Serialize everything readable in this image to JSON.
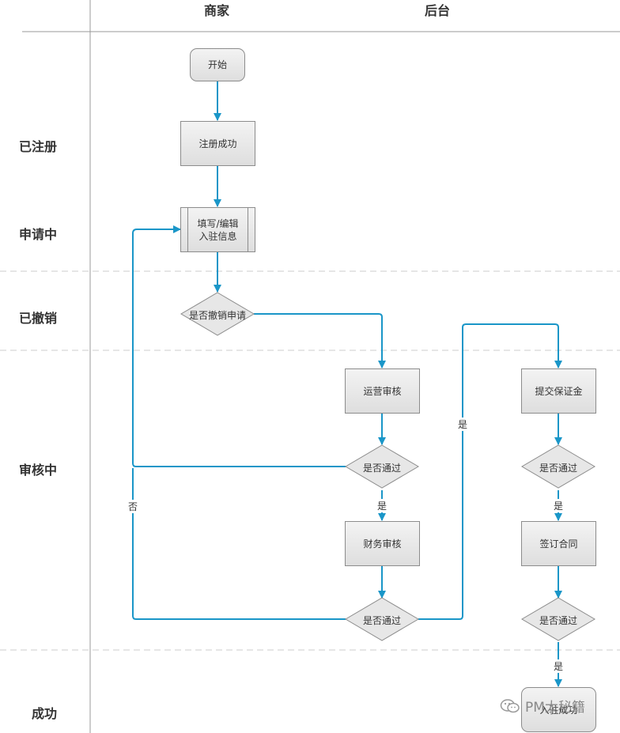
{
  "lanes": {
    "merchant": "商家",
    "backend": "后台"
  },
  "stages": [
    "已注册",
    "申请中",
    "已撤销",
    "审核中",
    "成功"
  ],
  "nodes": {
    "start": "开始",
    "register_success": "注册成功",
    "fill_edit_line1": "填写/编辑",
    "fill_edit_line2": "入驻信息",
    "revoke_question": "是否撤销申请",
    "ops_review": "运营审核",
    "pass1": "是否通过",
    "finance_review": "财务审核",
    "pass2": "是否通过",
    "submit_deposit": "提交保证金",
    "pass3": "是否通过",
    "sign_contract": "签订合同",
    "pass4": "是否通过",
    "success": "入驻成功"
  },
  "edge_labels": {
    "yes": "是",
    "no": "否"
  },
  "watermark": {
    "text": "PM大秘籍",
    "icon": "wechat-icon"
  },
  "colors": {
    "arrow": "#1a96c8",
    "shape_border": "#8c8c8c",
    "grid": "#cccccc"
  }
}
